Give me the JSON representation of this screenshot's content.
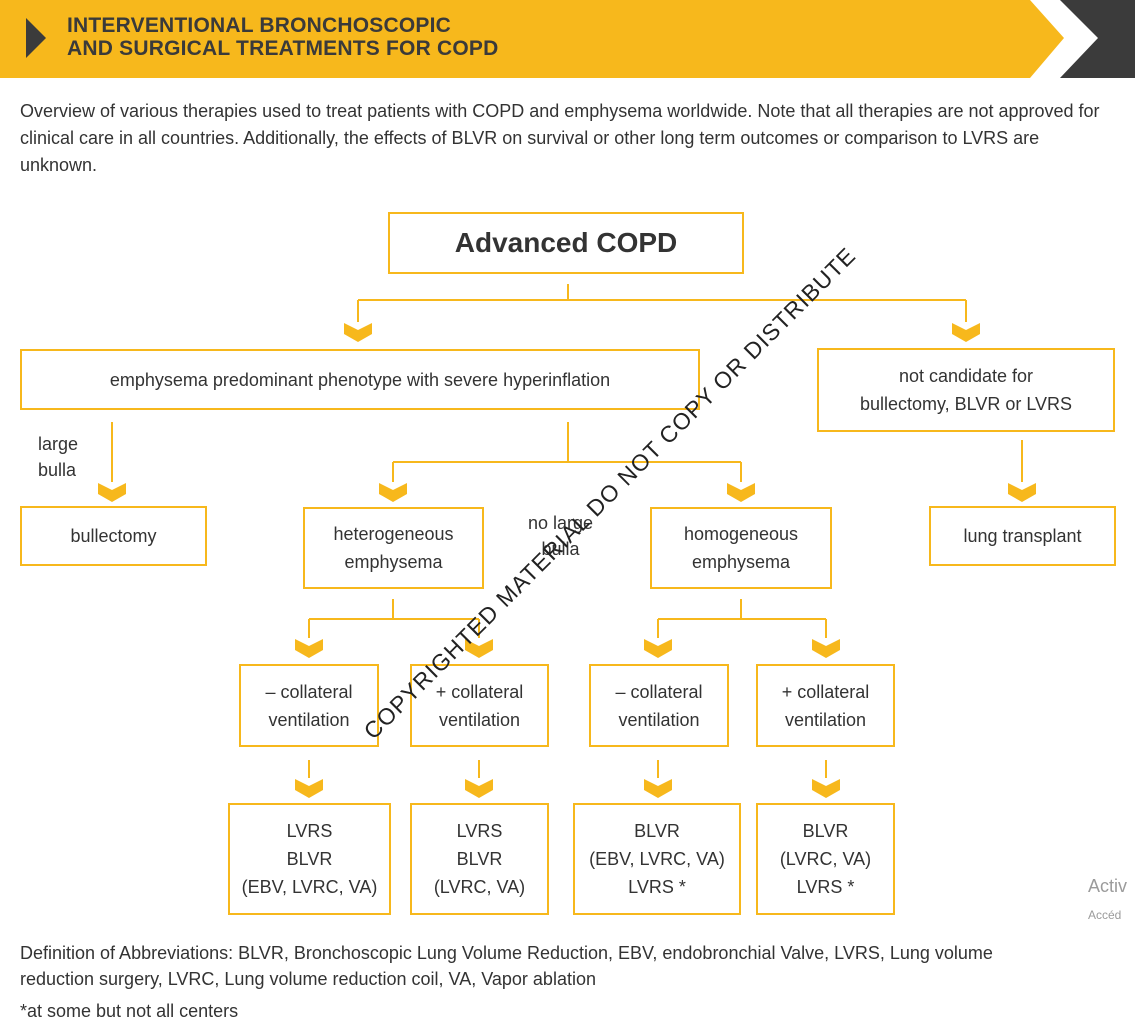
{
  "header": {
    "title_line1": "INTERVENTIONAL BRONCHOSCOPIC",
    "title_line2": "AND SURGICAL TREATMENTS FOR COPD",
    "accent_color": "#f7b81c",
    "dark_color": "#3b3b3b"
  },
  "intro": "Overview of various therapies used to treat patients with COPD and emphysema worldwide. Note that all therapies are not approved for clinical care in all countries. Additionally, the effects of BLVR on survival or other long term outcomes or comparison to LVRS are unknown.",
  "diagram": {
    "root": "Advanced COPD",
    "emphysema": "emphysema predominant phenotype with severe hyperinflation",
    "not_candidate": "not candidate for\nbullectomy, BLVR or LVRS",
    "large_bulla_label": "large\nbulla",
    "no_large_bulla_label": "no large\nbulla",
    "bullectomy": "bullectomy",
    "heterogeneous": "heterogeneous\nemphysema",
    "homogeneous": "homogeneous\nemphysema",
    "lung_transplant": "lung transplant",
    "het_minus": "– collateral\nventilation",
    "het_plus": "+ collateral\nventilation",
    "hom_minus": "– collateral\nventilation",
    "hom_plus": "+ collateral\nventilation",
    "out_het_minus": "LVRS\nBLVR\n(EBV, LVRC, VA)",
    "out_het_plus": "LVRS\nBLVR\n(LVRC, VA)",
    "out_hom_minus": "BLVR\n(EBV, LVRC, VA)\nLVRS *",
    "out_hom_plus": "BLVR\n(LVRC, VA)\nLVRS *"
  },
  "watermark": "COPYRIGHTED MATERIAL DO NOT COPY OR DISTRIBUTE",
  "activation": {
    "line1": "Activ",
    "line2": "Accéd"
  },
  "footer": {
    "abbreviations": "Definition of Abbreviations: BLVR, Bronchoscopic Lung Volume Reduction, EBV, endobronchial Valve, LVRS, Lung volume reduction surgery, LVRC, Lung volume reduction coil, VA, Vapor ablation",
    "footnote": "*at some but not all centers"
  }
}
